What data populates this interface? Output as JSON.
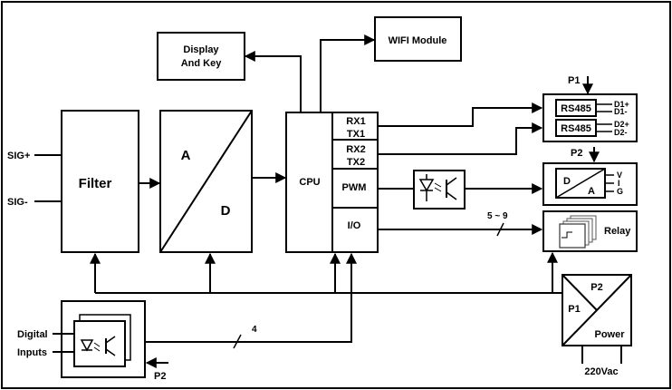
{
  "diagram": {
    "inputs": {
      "sig_plus": "SIG+",
      "sig_minus": "SIG-",
      "digital": "Digital",
      "inputs_label": "Inputs"
    },
    "blocks": {
      "filter": "Filter",
      "adc_a": "A",
      "adc_d": "D",
      "cpu": "CPU",
      "display_line1": "Display",
      "display_line2": "And Key",
      "wifi": "WIFI Module",
      "rx1": "RX1",
      "tx1": "TX1",
      "rx2": "RX2",
      "tx2": "TX2",
      "pwm": "PWM",
      "io": "I/O",
      "rs485_1": "RS485",
      "rs485_2": "RS485",
      "d1p": "D1+",
      "d1m": "D1-",
      "d2p": "D2+",
      "d2m": "D2-",
      "dac_d": "D",
      "dac_a": "A",
      "dac_v": "V",
      "dac_i": "I",
      "dac_g": "G",
      "relay": "Relay",
      "power": "Power",
      "power_p1": "P1",
      "power_p2": "P2",
      "vac": "220Vac"
    },
    "labels": {
      "p1": "P1",
      "p2": "P2",
      "p2_bottom": "P2",
      "relay_count": "5 ~ 9",
      "bus_width": "4"
    }
  }
}
